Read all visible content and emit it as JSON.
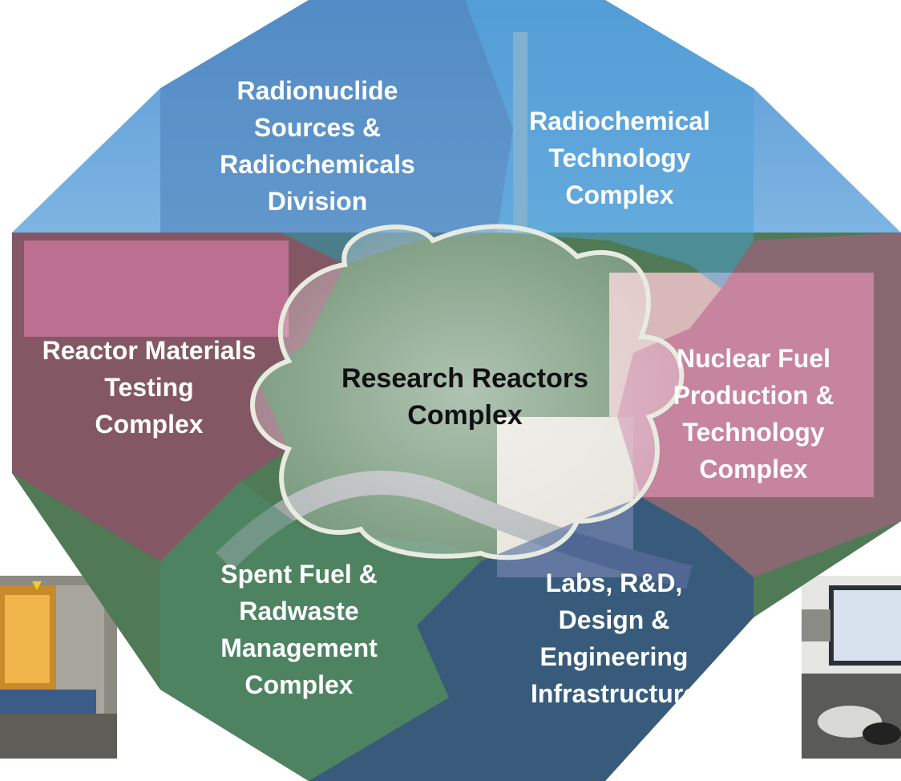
{
  "segments": [
    {
      "id": "radionuclide",
      "lines": [
        "Radionuclide",
        "Sources &",
        "Radiochemicals",
        "Division"
      ],
      "color": "#4a7fb8",
      "text_color": "#ffffff"
    },
    {
      "id": "radiochemical",
      "lines": [
        "Radiochemical",
        "Technology",
        "Complex"
      ],
      "color": "#4aa0d8",
      "text_color": "#ffffff"
    },
    {
      "id": "reactor-materials",
      "lines": [
        "Reactor Materials",
        "Testing",
        "Complex"
      ],
      "color": "#a8406e",
      "text_color": "#ffffff"
    },
    {
      "id": "nuclear-fuel",
      "lines": [
        "Nuclear Fuel",
        "Production  &",
        "Technology",
        "Complex"
      ],
      "color": "#b85a88",
      "text_color": "#ffffff"
    },
    {
      "id": "spent-fuel",
      "lines": [
        "Spent Fuel &",
        "Radwaste",
        "Management",
        "Complex"
      ],
      "color": "#4f8a6e",
      "text_color": "#ffffff"
    },
    {
      "id": "labs",
      "lines": [
        "Labs, R&D,",
        "Design &",
        "Engineering",
        "Infrastructure"
      ],
      "color": "#2f4f8a",
      "text_color": "#ffffff"
    },
    {
      "id": "research-reactors",
      "lines": [
        "Research Reactors",
        "Complex"
      ],
      "color": "#d8dccc",
      "text_color": "#111111"
    }
  ],
  "photos": [
    {
      "id": "hot-cell-photo",
      "icon": "hot-cell-door"
    },
    {
      "id": "lab-equipment-photo",
      "icon": "lab-workstation"
    }
  ]
}
